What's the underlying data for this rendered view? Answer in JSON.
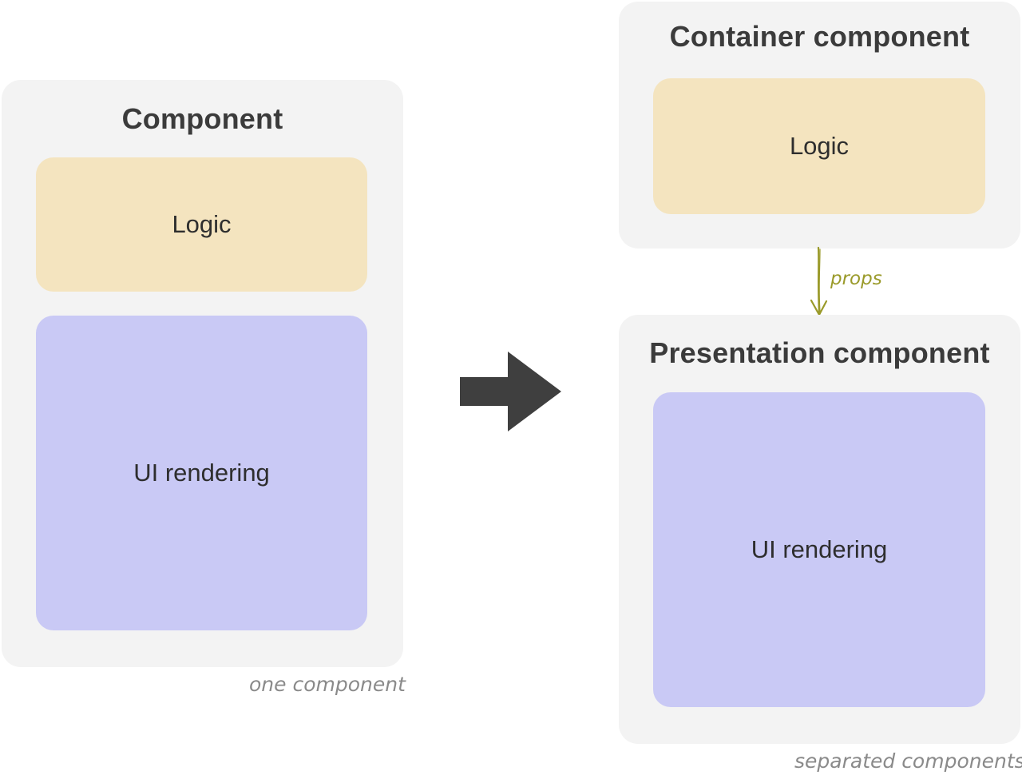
{
  "left": {
    "title": "Component",
    "logic_label": "Logic",
    "ui_label": "UI rendering",
    "caption": "one component"
  },
  "right": {
    "container": {
      "title": "Container component",
      "logic_label": "Logic"
    },
    "props_label": "props",
    "presentation": {
      "title": "Presentation component",
      "ui_label": "UI rendering"
    },
    "caption": "separated components"
  },
  "colors": {
    "panel_bg": "#f3f3f3",
    "logic_bg": "#f4e4bf",
    "ui_bg": "#c9c9f5",
    "arrow": "#3f3f3f",
    "props_arrow": "#9a9a2a"
  }
}
